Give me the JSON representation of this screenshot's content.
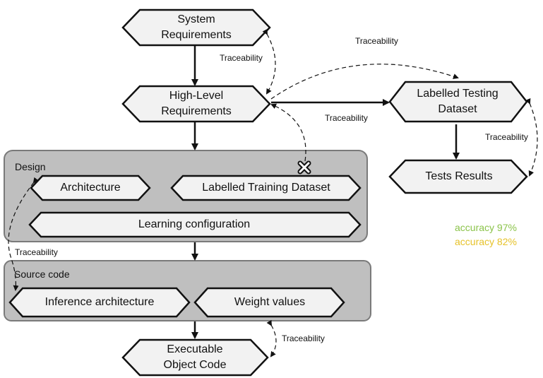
{
  "nodes": {
    "system_requirements": {
      "line1": "System",
      "line2": "Requirements"
    },
    "high_level_requirements": {
      "line1": "High-Level",
      "line2": "Requirements"
    },
    "labelled_testing_dataset": {
      "line1": "Labelled Testing",
      "line2": "Dataset"
    },
    "tests_results": "Tests Results",
    "architecture": "Architecture",
    "labelled_training_dataset": "Labelled Training Dataset",
    "learning_configuration": "Learning configuration",
    "inference_architecture": "Inference architecture",
    "weight_values": "Weight values",
    "executable_object_code": {
      "line1": "Executable",
      "line2": "Object Code"
    }
  },
  "groups": {
    "design": "Design",
    "source_code": "Source code"
  },
  "traceability_label": "Traceability",
  "accuracy": {
    "first": "accuracy 97%",
    "second": "accuracy 82%",
    "first_color": "#8bc34a",
    "second_color": "#e6c229"
  },
  "colors": {
    "node_fill": "#f2f2f2",
    "group_fill": "#bfbfbf",
    "stroke": "#111111"
  }
}
